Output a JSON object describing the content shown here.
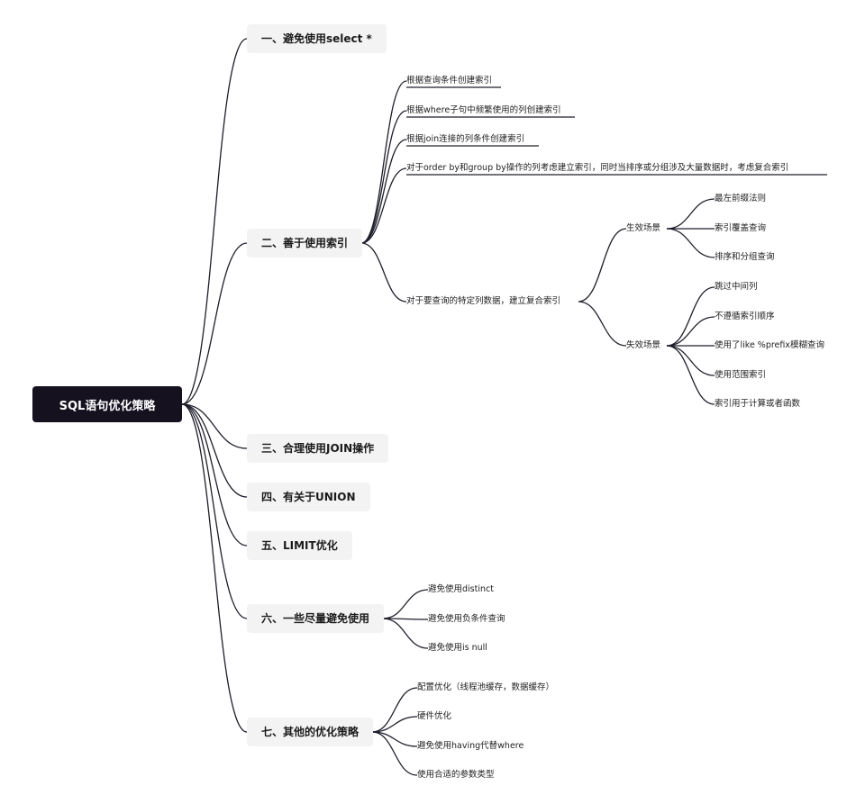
{
  "root": "SQL语句优化策略",
  "branches": [
    {
      "label": "一、避免使用select *",
      "children": []
    },
    {
      "label": "二、善于使用索引",
      "children": [
        {
          "label": "根据查询条件创建索引"
        },
        {
          "label": "根据where子句中频繁使用的列创建索引"
        },
        {
          "label": "根据join连接的列条件创建索引"
        },
        {
          "label": "对于order by和group by操作的列考虑建立索引，同时当排序或分组涉及大量数据时，考虑复合索引"
        },
        {
          "label": "对于要查询的特定列数据，建立复合索引",
          "children": [
            {
              "label": "生效场景",
              "children": [
                {
                  "label": "最左前缀法则"
                },
                {
                  "label": "索引覆盖查询"
                },
                {
                  "label": "排序和分组查询"
                }
              ]
            },
            {
              "label": "失效场景",
              "children": [
                {
                  "label": "跳过中间列"
                },
                {
                  "label": "不遵循索引顺序"
                },
                {
                  "label": "使用了like %prefix模糊查询"
                },
                {
                  "label": "使用范围索引"
                },
                {
                  "label": "索引用于计算或者函数"
                }
              ]
            }
          ]
        }
      ]
    },
    {
      "label": "三、合理使用JOIN操作",
      "children": []
    },
    {
      "label": "四、有关于UNION",
      "children": []
    },
    {
      "label": "五、LIMIT优化",
      "children": []
    },
    {
      "label": "六、一些尽量避免使用",
      "children": [
        {
          "label": "避免使用distinct"
        },
        {
          "label": "避免使用负条件查询"
        },
        {
          "label": "避免使用is null"
        }
      ]
    },
    {
      "label": "七、其他的优化策略",
      "children": [
        {
          "label": "配置优化（线程池缓存，数据缓存）"
        },
        {
          "label": "硬件优化"
        },
        {
          "label": "避免使用having代替where"
        },
        {
          "label": "使用合适的参数类型"
        }
      ]
    }
  ]
}
